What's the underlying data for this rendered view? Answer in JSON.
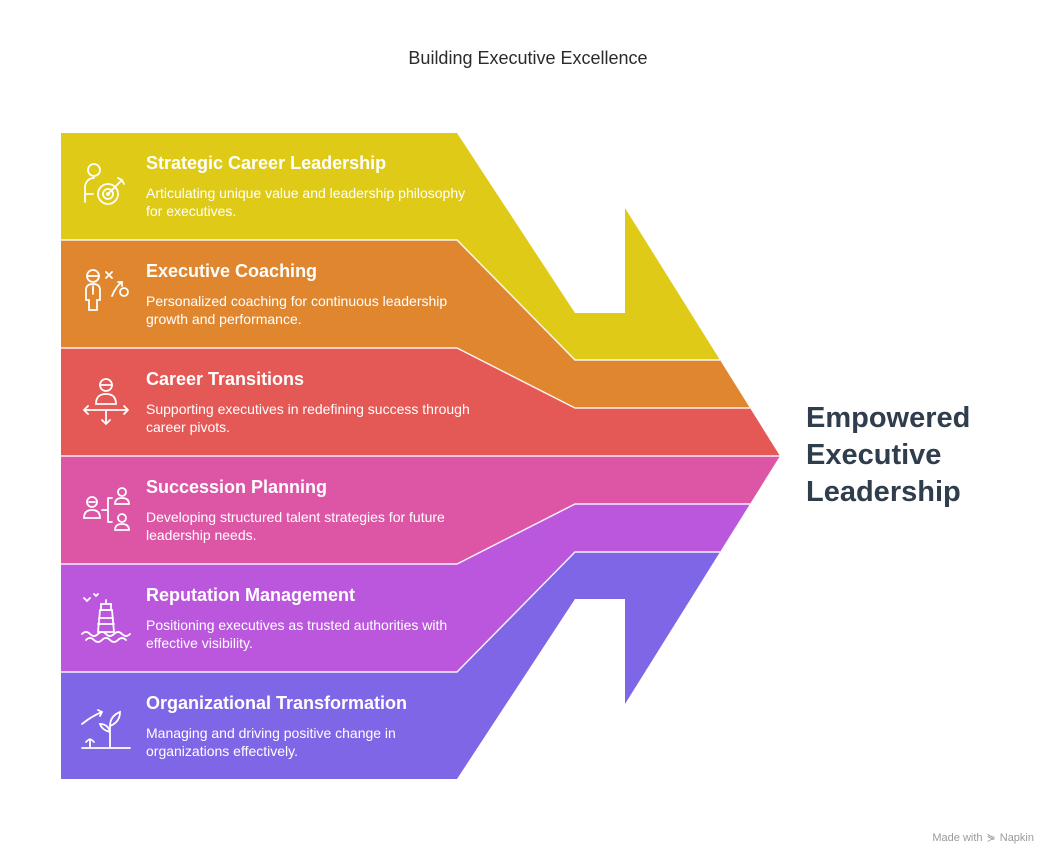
{
  "title": "Building Executive Excellence",
  "result": {
    "line1": "Empowered",
    "line2": "Executive",
    "line3": "Leadership"
  },
  "colors": {
    "strategic": "#dfcb17",
    "coaching": "#e0862f",
    "transitions": "#e45856",
    "succession": "#dd56a6",
    "reputation": "#bb57dd",
    "transformation": "#7f66e6",
    "result_text": "#2f3d4c"
  },
  "steps": [
    {
      "title": "Strategic Career Leadership",
      "desc": "Articulating unique value and leadership philosophy for executives.",
      "icon": "target-person-icon"
    },
    {
      "title": "Executive Coaching",
      "desc": "Personalized coaching for continuous leadership growth and performance.",
      "icon": "coach-strategy-icon"
    },
    {
      "title": "Career Transitions",
      "desc": "Supporting executives in redefining success through career pivots.",
      "icon": "crossroads-person-icon"
    },
    {
      "title": "Succession Planning",
      "desc": "Developing structured talent strategies for future leadership needs.",
      "icon": "org-chart-icon"
    },
    {
      "title": "Reputation Management",
      "desc": "Positioning executives as trusted authorities with effective visibility.",
      "icon": "lighthouse-icon"
    },
    {
      "title": "Organizational Transformation",
      "desc": "Managing and driving positive change in organizations effectively.",
      "icon": "growth-plant-icon"
    }
  ],
  "footer": {
    "made_with": "Made with",
    "brand": "Napkin"
  }
}
